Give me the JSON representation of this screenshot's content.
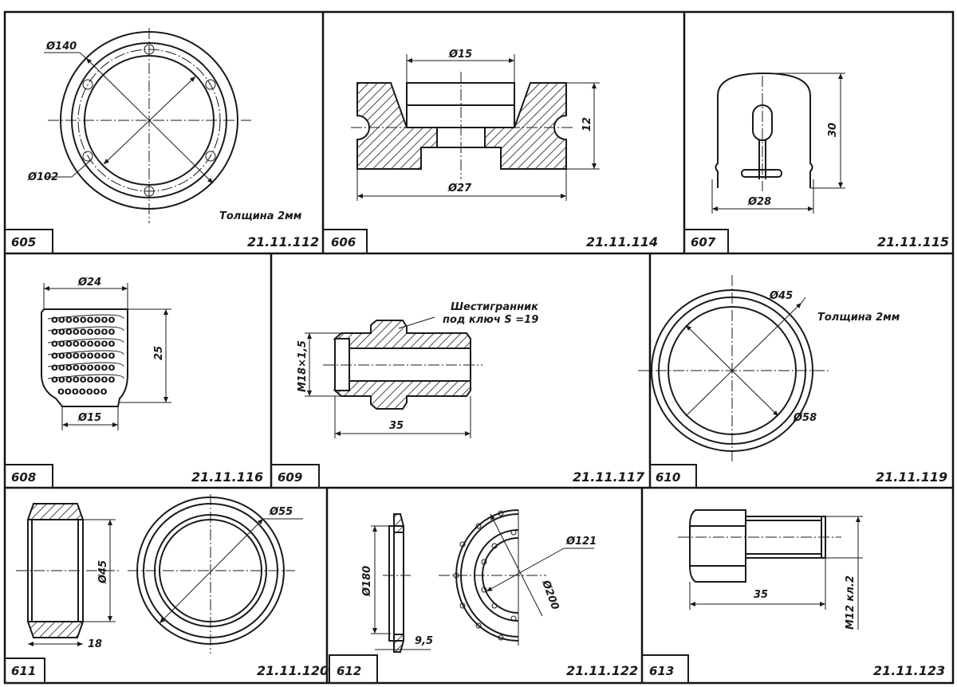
{
  "panels": [
    {
      "number": "605",
      "code": "21.11.112",
      "dims": [
        "Ø140",
        "Ø102"
      ],
      "note": "Толщина 2мм"
    },
    {
      "number": "606",
      "code": "21.11.114",
      "dims": [
        "Ø15",
        "12",
        "Ø27"
      ]
    },
    {
      "number": "607",
      "code": "21.11.115",
      "dims": [
        "30",
        "Ø28"
      ]
    },
    {
      "number": "608",
      "code": "21.11.116",
      "dims": [
        "Ø24",
        "25",
        "Ø15"
      ]
    },
    {
      "number": "609",
      "code": "21.11.117",
      "dims": [
        "M18×1,5",
        "35"
      ],
      "note_line1": "Шестигранник",
      "note_line2": "под ключ  S =19"
    },
    {
      "number": "610",
      "code": "21.11.119",
      "dims": [
        "Ø45",
        "Ø58"
      ],
      "note": "Толщина 2мм"
    },
    {
      "number": "611",
      "code": "21.11.120",
      "dims": [
        "Ø45",
        "18",
        "Ø55"
      ]
    },
    {
      "number": "612",
      "code": "21.11.122",
      "dims": [
        "Ø180",
        "9,5",
        "Ø121",
        "Ø200"
      ]
    },
    {
      "number": "613",
      "code": "21.11.123",
      "dims": [
        "35",
        "M12 кл.2"
      ]
    }
  ]
}
